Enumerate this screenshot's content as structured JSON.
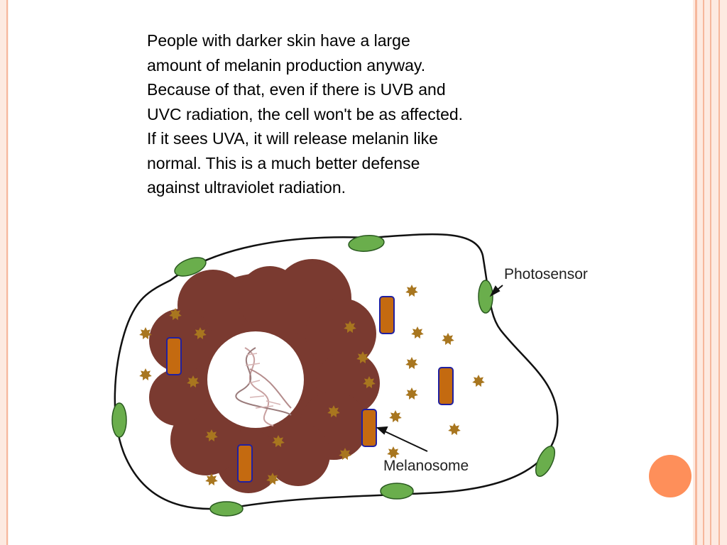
{
  "slide": {
    "text_lines": [
      "People with darker skin have a large",
      "amount of melanin production anyway.",
      "Because of that, even if there is UVB and",
      "UVC radiation, the cell won't be as affected.",
      "If it sees UVA, it will release melanin like",
      "normal. This is a much better defense",
      "against ultraviolet radiation."
    ]
  },
  "diagram": {
    "labels": {
      "photosensor": "Photosensor",
      "melanosome": "Melanosome"
    },
    "colors": {
      "nucleus": "#7a3a30",
      "photosensor_fill": "#6aae4c",
      "melanosome_fill": "#c46a10",
      "melanosome_border": "#2020a0",
      "granule": "#a8761f",
      "accent_dot": "#fe8f5a",
      "border": "#f6b79c"
    },
    "icons": [
      "dna-icon"
    ]
  }
}
